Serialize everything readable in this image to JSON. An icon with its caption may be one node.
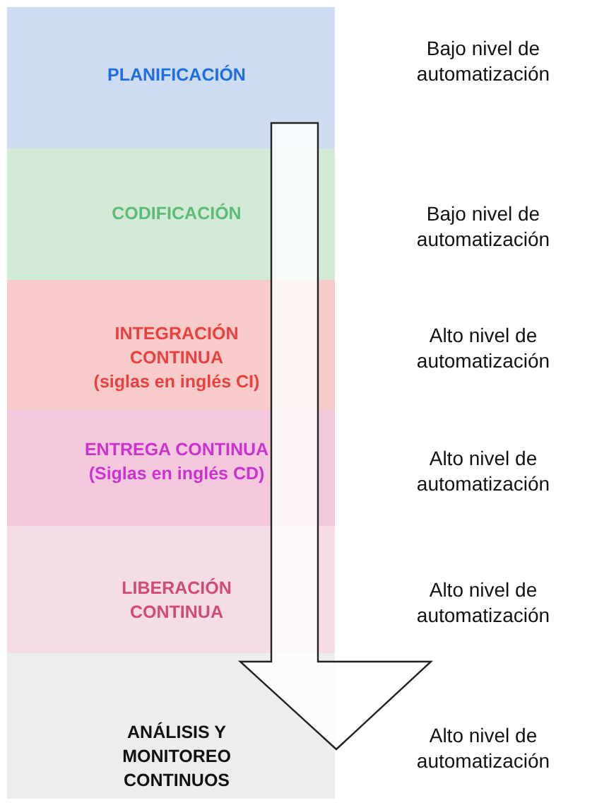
{
  "diagram": {
    "nodes": [
      {
        "text": [
          "PLANIFICACIÓN"
        ]
      },
      {
        "text": [
          "CODIFICACIÓN"
        ]
      },
      {
        "text": [
          "INTEGRACIÓN CONTINUA",
          "(siglas en inglés CI)"
        ]
      },
      {
        "text": [
          "ENTREGA CONTINUA",
          "(Siglas en inglés CD)"
        ]
      },
      {
        "text": [
          "LIBERACIÓN CONTINUA"
        ]
      },
      {
        "text": [
          "ANÁLISIS Y MONITOREO CONTINUOS"
        ]
      }
    ],
    "edges": [
      {
        "from": 0,
        "to": 5,
        "arrow": "to"
      }
    ],
    "labels": [
      "Bajo nivel de automatización",
      "Bajo nivel de automatización",
      "Alto nivel de automatización",
      "Alto nivel de automatización",
      "Alto nivel de automatización",
      "Alto nivel de automatización"
    ]
  }
}
